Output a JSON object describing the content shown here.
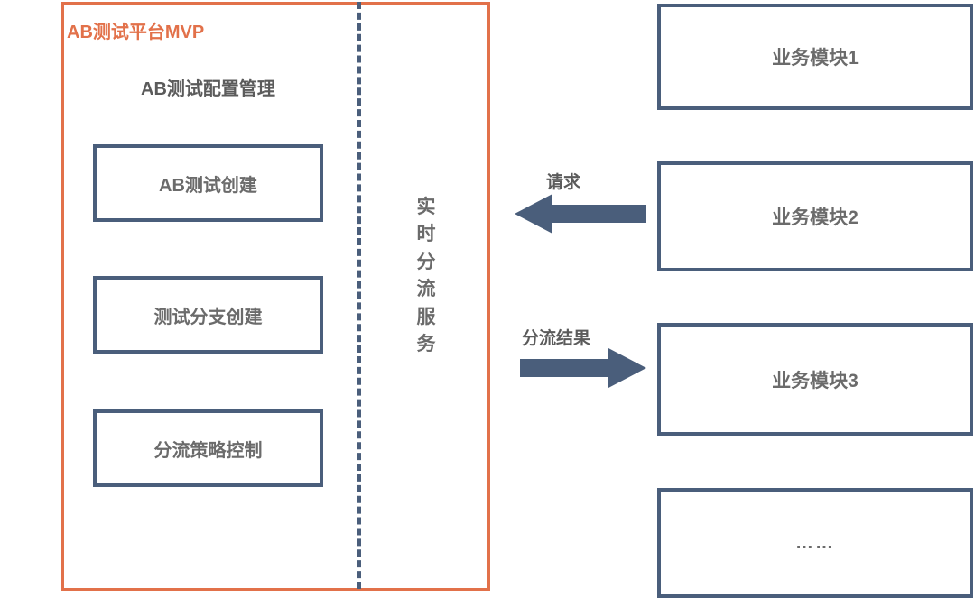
{
  "diagram": {
    "title": "AB测试平台MVP",
    "colors": {
      "platform_border": "#E2714A",
      "title_text": "#E2714A",
      "box_border": "#4A5E7B",
      "box_text": "#6b6b6b",
      "arrow_fill": "#4A5E7B",
      "divider": "#4A5E7B",
      "background": "#ffffff"
    },
    "platform": {
      "config_section_title": "AB测试配置管理",
      "config_items": [
        {
          "label": "AB测试创建"
        },
        {
          "label": "测试分支创建"
        },
        {
          "label": "分流策略控制"
        }
      ],
      "service_label": "实时分流服务",
      "service_label_chars": [
        "实",
        "时",
        "分",
        "流",
        "服",
        "务"
      ]
    },
    "arrows": [
      {
        "label": "请求",
        "direction": "left",
        "name": "request-arrow"
      },
      {
        "label": "分流结果",
        "direction": "right",
        "name": "split-result-arrow"
      }
    ],
    "modules": [
      {
        "label": "业务模块1"
      },
      {
        "label": "业务模块2"
      },
      {
        "label": "业务模块3"
      },
      {
        "label": "……"
      }
    ]
  }
}
